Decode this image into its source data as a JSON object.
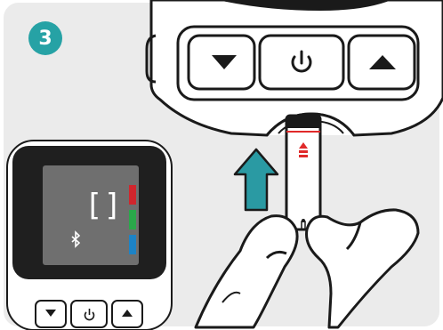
{
  "step": {
    "number": "3"
  },
  "meter_buttons": [
    {
      "name": "down-arrow-button",
      "icon": "down-triangle-icon"
    },
    {
      "name": "power-button",
      "icon": "power-icon"
    },
    {
      "name": "up-arrow-button",
      "icon": "up-triangle-icon"
    }
  ],
  "inset_display": {
    "digits": "[]",
    "bluetooth_icon": "bluetooth-icon",
    "indicator_colors": [
      "#d0262d",
      "#2aa84a",
      "#1d83c6"
    ]
  },
  "colors": {
    "step_badge": "#26a2a5",
    "insert_arrow": "#2a9aa3",
    "strip_marker": "#e02a2a",
    "panel_background": "#ebebeb",
    "outline": "#1a1a1a"
  }
}
